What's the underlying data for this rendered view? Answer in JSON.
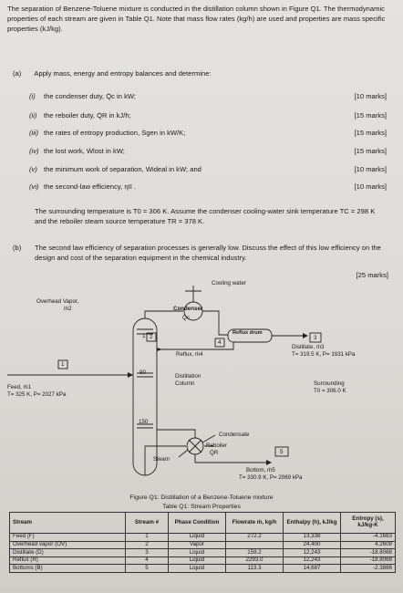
{
  "intro": "The separation of Benzene-Toluene mixture is conducted in the distillation column shown in Figure Q1. The thermodynamic properties of each stream are given in Table Q1. Note that mass flow rates (kg/h) are used and properties are mass specific properties (kJ/kg).",
  "part_a": {
    "label": "(a)",
    "heading": "Apply mass, energy and entropy balances and determine:",
    "items": [
      {
        "num": "(i)",
        "text": "the condenser duty, Q̇c in kW;",
        "marks": "[10 marks]"
      },
      {
        "num": "(ii)",
        "text": "the reboiler duty, Q̇R in kJ/h;",
        "marks": "[15 marks]"
      },
      {
        "num": "(iii)",
        "text": "the rates of entropy production, Ṡgen in kW/K;",
        "marks": "[15 marks]"
      },
      {
        "num": "(iv)",
        "text": "the lost work, Ẇlost in kW;",
        "marks": "[15 marks]"
      },
      {
        "num": "(v)",
        "text": "the minimum work of separation, Ẇideal in kW; and",
        "marks": "[10 marks]"
      },
      {
        "num": "(vi)",
        "text": "the second-law efficiency, ηII .",
        "marks": "[10 marks]"
      }
    ],
    "surroundings": "The surrounding temperature is T0 = 306 K. Assume the condenser cooling-water sink temperature TC = 298 K and the reboiler steam source temperature TR = 378 K."
  },
  "part_b": {
    "label": "(b)",
    "text": "The second law efficiency of separation processes is generally low. Discuss the effect of this low efficiency on the design and cost of the separation equipment in the chemical industry.",
    "marks": "[25 marks]"
  },
  "diagram": {
    "cooling_water": "Cooling water",
    "overhead_vapor": "Overhead Vapor,",
    "overhead_sym": "ṁ2",
    "condenser": "Condenser",
    "condenser_q": "Q̇c",
    "reflux_drum": "Reflux drum",
    "reflux": "Reflux, ṁ4",
    "distillate": "Distillate, ṁ3",
    "distillate_cond": "T= 319.5 K, P= 1931 kPa",
    "feed": "Feed, ṁ1",
    "feed_cond": "T= 325 K, P= 2027 kPa",
    "column": "Distillation Column",
    "surrounding": "Surrounding",
    "surrounding_t": "T0 = 306.0 K",
    "condensate": "Condensate",
    "reboiler": "Reboiler",
    "reboiler_q": "Q̇R",
    "steam": "Steam",
    "bottom": "Bottom, ṁ5",
    "bottom_cond": "T= 330.9 K, P= 2069 kPa",
    "tray_top": "1",
    "tray_mid": "90",
    "tray_bot": "150",
    "stream_nums": [
      "1",
      "2",
      "3",
      "4",
      "5"
    ]
  },
  "figure_caption": "Figure Q1: Distillation of a Benzene-Toluene mixture",
  "table_caption": "Table Q1: Stream Properties",
  "table": {
    "headers": [
      "Stream",
      "Stream #",
      "Phase Condition",
      "Flowrate ṁ, kg/h",
      "Enthalpy (h), kJ/kg",
      "Entropy (s), kJ/kg-K"
    ],
    "rows": [
      [
        "Feed (F)",
        "1",
        "Liquid",
        "272.2",
        "13,338",
        "-4.1683"
      ],
      [
        "Overhead vapor (OV)",
        "2",
        "Vapor",
        "",
        "24,400",
        "4.2609"
      ],
      [
        "Distillate (D)",
        "3",
        "Liquid",
        "159.2",
        "12,243",
        "-18.8068"
      ],
      [
        "Reflux (R)",
        "4",
        "Liquid",
        "2293.0",
        "12,243",
        "-18.8068"
      ],
      [
        "Bottoms (B)",
        "5",
        "Liquid",
        "113.3",
        "14,687",
        "-2.3886"
      ]
    ]
  }
}
